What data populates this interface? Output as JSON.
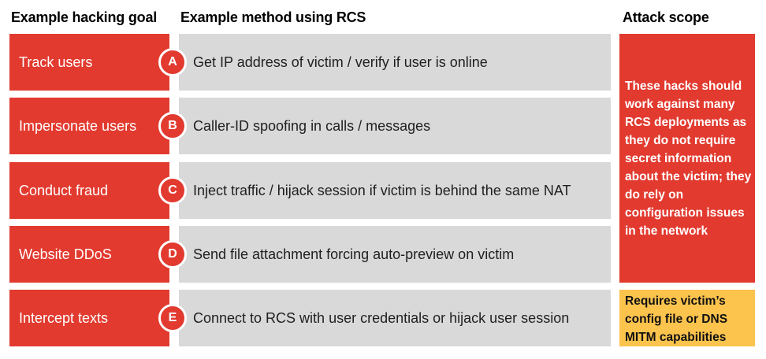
{
  "headers": {
    "goal_col": "Example hacking goal",
    "method_col": "Example method using RCS",
    "scope_col": "Attack scope"
  },
  "rows": [
    {
      "goal": "Track users",
      "badge": "A",
      "method": "Get IP address of victim / verify if user is online"
    },
    {
      "goal": "Impersonate users",
      "badge": "B",
      "method": "Caller-ID spoofing in calls / messages"
    },
    {
      "goal": "Conduct fraud",
      "badge": "C",
      "method": "Inject traffic / hijack session if victim is behind the same NAT"
    },
    {
      "goal": "Website DDoS",
      "badge": "D",
      "method": "Send file attachment forcing auto-preview on victim"
    },
    {
      "goal": "Intercept texts",
      "badge": "E",
      "method": "Connect to RCS with user credentials or hijack user session"
    }
  ],
  "attack_scope": {
    "broad": "These hacks should work against many RCS deployments as they do not require secret information about the victim; they do rely on configuration issues in the network",
    "narrow": "Requires victim’s config file or DNS MITM capabilities"
  },
  "colors": {
    "red": "#E23A2F",
    "gray": "#D9D9D9",
    "yellow": "#FCC34D",
    "text_dark": "#1F1F1F"
  }
}
